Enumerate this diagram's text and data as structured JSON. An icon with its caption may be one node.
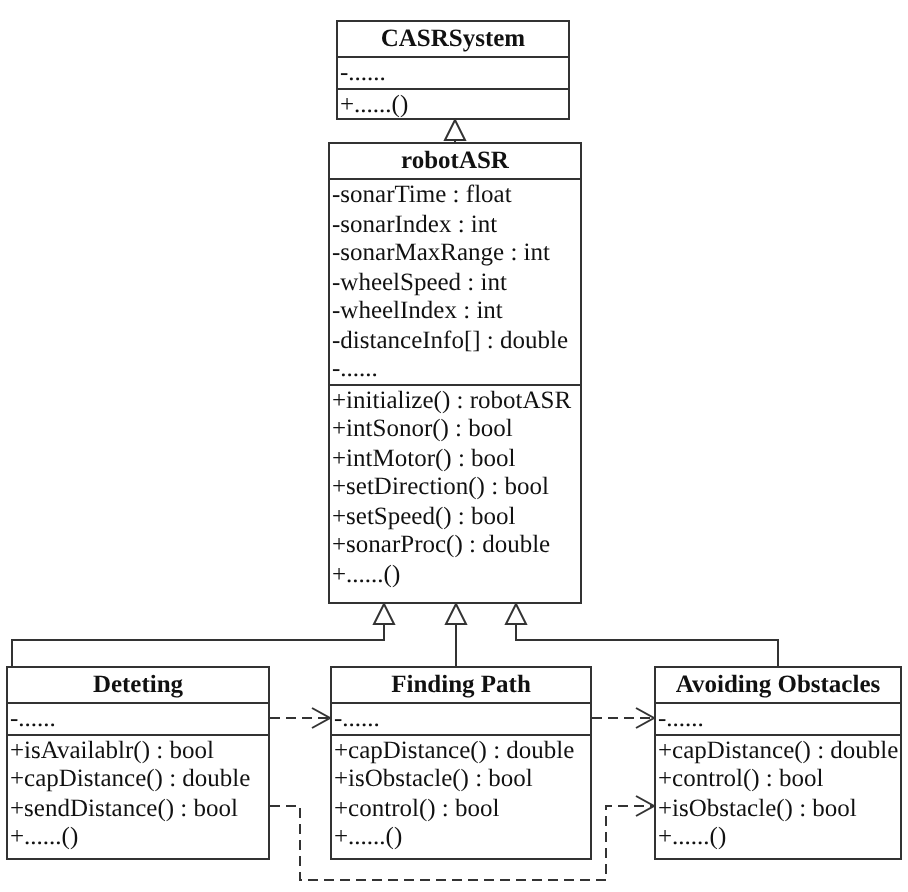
{
  "diagram": {
    "nodes": [
      {
        "text": [
          "CASRSystem"
        ]
      },
      {
        "text": [
          "-......"
        ],
        "in": 0
      },
      {
        "text": [
          "+......()"
        ],
        "in": 0
      },
      {
        "text": [
          "robotASR"
        ]
      },
      {
        "text": [
          "-sonarTime : float",
          "-sonarIndex : int",
          "-sonarMaxRange : int",
          "-wheelSpeed : int",
          "-wheelIndex : int",
          "-distanceInfo[] : double",
          "-......"
        ],
        "in": 3
      },
      {
        "text": [
          "+initialize() : robotASR",
          "+intSonor() : bool",
          "+intMotor() : bool",
          "+setDirection() : bool",
          "+setSpeed() : bool",
          "+sonarProc() : double",
          "+......()"
        ],
        "in": 3
      },
      {
        "text": [
          "Deteting"
        ]
      },
      {
        "text": [
          "-......"
        ],
        "in": 6
      },
      {
        "text": [
          "+isAvailablr() : bool",
          "+capDistance() : double",
          "+sendDistance() : bool",
          "+......()"
        ],
        "in": 6
      },
      {
        "text": [
          "Finding Path"
        ]
      },
      {
        "text": [
          "-......"
        ],
        "in": 9
      },
      {
        "text": [
          "+capDistance() : double",
          "+isObstacle() : bool",
          "+control() : bool",
          "+......()"
        ],
        "in": 9
      },
      {
        "text": [
          "Avoiding Obstacles"
        ]
      },
      {
        "text": [
          "-......"
        ],
        "in": 12
      },
      {
        "text": [
          "+capDistance() : double",
          "+control() : bool",
          "+isObstacle() : bool",
          "+......()"
        ],
        "in": 12
      }
    ],
    "edges": [
      {
        "from": 3,
        "to": 0,
        "arrow": "to"
      },
      {
        "from": 6,
        "to": 3,
        "arrow": "to"
      },
      {
        "from": 9,
        "to": 3,
        "arrow": "to"
      },
      {
        "from": 12,
        "to": 3,
        "arrow": "to"
      },
      {
        "from": 6,
        "to": 9,
        "arrow": "to",
        "style": "dashed"
      },
      {
        "from": 9,
        "to": 12,
        "arrow": "to",
        "style": "dashed"
      },
      {
        "from": 6,
        "to": 12,
        "arrow": "to",
        "style": "dashed"
      }
    ]
  }
}
